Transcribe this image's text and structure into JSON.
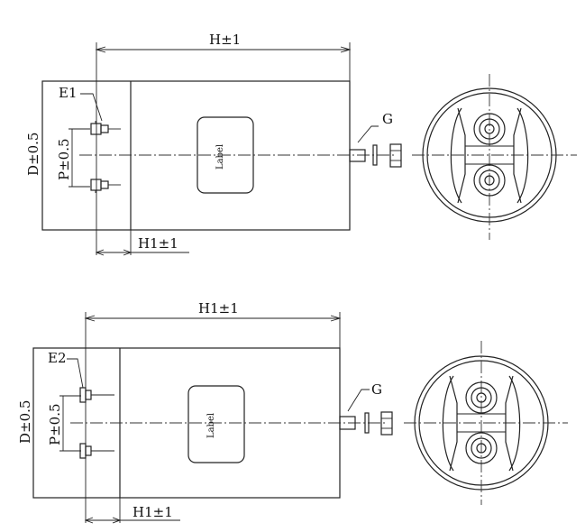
{
  "views": [
    {
      "id": "top",
      "labels": {
        "overall_height": "H±1",
        "diameter": "D±0.5",
        "pitch": "P±0.5",
        "terminal": "E1",
        "label_area": "Label",
        "stud": "G",
        "terminal_height": "H1±1"
      }
    },
    {
      "id": "bottom",
      "labels": {
        "overall_height": "H1±1",
        "diameter": "D±0.5",
        "pitch": "P±0.5",
        "terminal": "E2",
        "label_area": "Label",
        "stud": "G",
        "terminal_height": "H1±1"
      }
    }
  ]
}
